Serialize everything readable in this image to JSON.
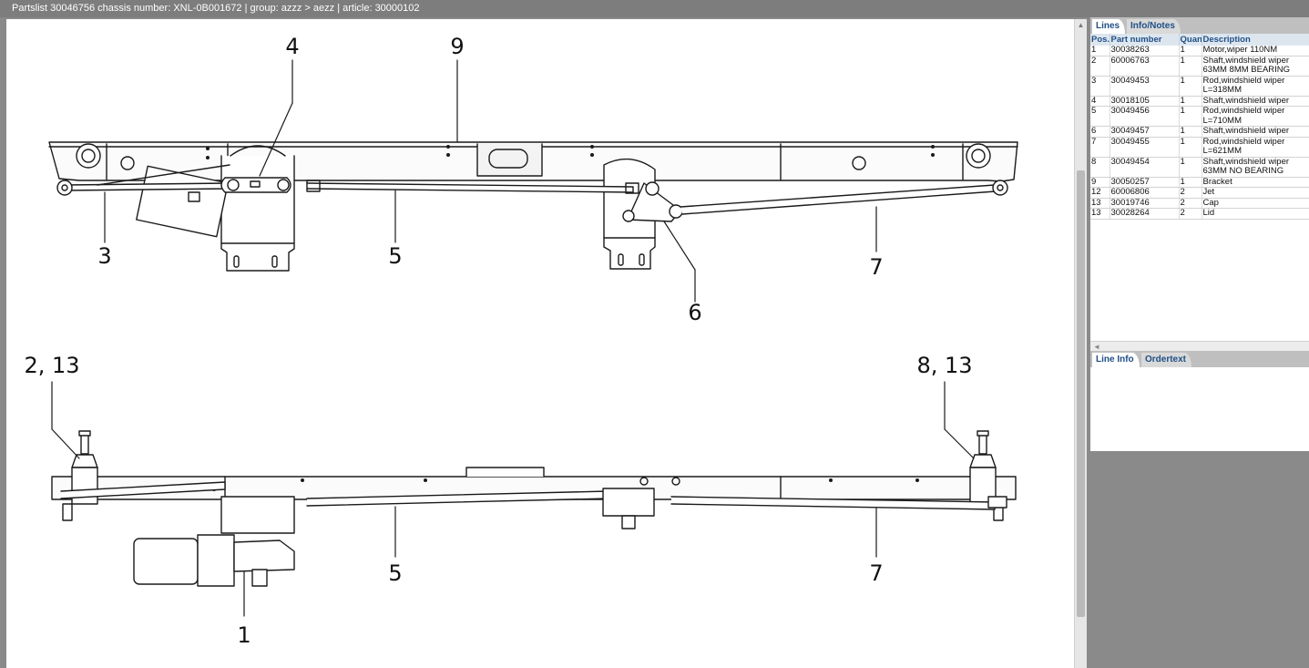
{
  "window": {
    "title": "Partslist  30046756   chassis number: XNL-0B001672 | group: azzz > aezz | article: 30000102"
  },
  "drawing": {
    "callouts": [
      "9",
      "4",
      "3",
      "5",
      "6",
      "7",
      "2, 13",
      "8, 13",
      "5",
      "7",
      "1"
    ]
  },
  "tabs_top": [
    "Lines",
    "Info/Notes"
  ],
  "tabs_bottom": [
    "Line Info",
    "Ordertext"
  ],
  "table": {
    "columns": [
      "Pos.",
      "Part number",
      "Quan",
      "Description"
    ],
    "rows": [
      {
        "pos": "1",
        "part": "30038263",
        "qty": "1",
        "desc": "Motor,wiper 110NM"
      },
      {
        "pos": "2",
        "part": "60006763",
        "qty": "1",
        "desc": "Shaft,windshield wiper\n63MM 8MM BEARING"
      },
      {
        "pos": "3",
        "part": "30049453",
        "qty": "1",
        "desc": "Rod,windshield wiper\nL=318MM"
      },
      {
        "pos": "4",
        "part": "30018105",
        "qty": "1",
        "desc": "Shaft,windshield wiper"
      },
      {
        "pos": "5",
        "part": "30049456",
        "qty": "1",
        "desc": "Rod,windshield wiper\nL=710MM"
      },
      {
        "pos": "6",
        "part": "30049457",
        "qty": "1",
        "desc": "Shaft,windshield wiper"
      },
      {
        "pos": "7",
        "part": "30049455",
        "qty": "1",
        "desc": "Rod,windshield wiper\nL=621MM"
      },
      {
        "pos": "8",
        "part": "30049454",
        "qty": "1",
        "desc": "Shaft,windshield wiper\n63MM NO BEARING"
      },
      {
        "pos": "9",
        "part": "30050257",
        "qty": "1",
        "desc": "Bracket"
      },
      {
        "pos": "12",
        "part": "60006806",
        "qty": "2",
        "desc": "Jet"
      },
      {
        "pos": "13",
        "part": "30019746",
        "qty": "2",
        "desc": "Cap"
      },
      {
        "pos": "13",
        "part": "30028264",
        "qty": "2",
        "desc": "Lid"
      }
    ]
  },
  "colors": {
    "titlebar": "#7d7d7d",
    "tab_text": "#1f4f86",
    "header_bg": "#dde6ef",
    "panel_bg": "#8a8a8a"
  }
}
